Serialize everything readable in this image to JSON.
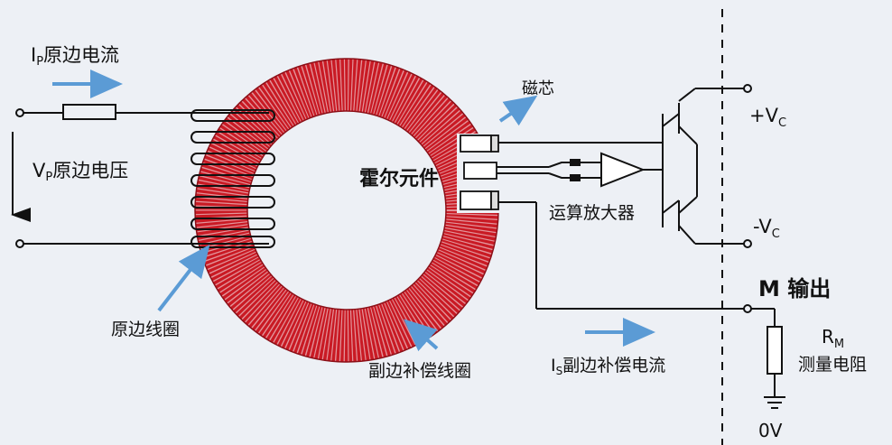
{
  "labels": {
    "primary_current_sym": "I",
    "primary_current_sub": "P",
    "primary_current_text": "原边电流",
    "primary_voltage_sym": "V",
    "primary_voltage_sub": "P",
    "primary_voltage_text": "原边电压",
    "magnetic_core": "磁芯",
    "hall_element": "霍尔元件",
    "op_amp": "运算放大器",
    "vc_plus": "+V",
    "vc_plus_sub": "C",
    "vc_minus": "-V",
    "vc_minus_sub": "C",
    "m_output": "M 输出",
    "primary_coil": "原边线圈",
    "secondary_coil": "副边补偿线圈",
    "secondary_current_sym": "I",
    "secondary_current_sub": "S",
    "secondary_current_text": "副边补偿电流",
    "rm_sym": "R",
    "rm_sub": "M",
    "rm_text": "测量电阻",
    "ground_0v": "0V"
  },
  "colors": {
    "background": "#edf0f5",
    "core_outer": "#c91a24",
    "core_inner": "#e8aab0",
    "arrow_blue": "#5b9bd5",
    "wire": "#111111"
  }
}
